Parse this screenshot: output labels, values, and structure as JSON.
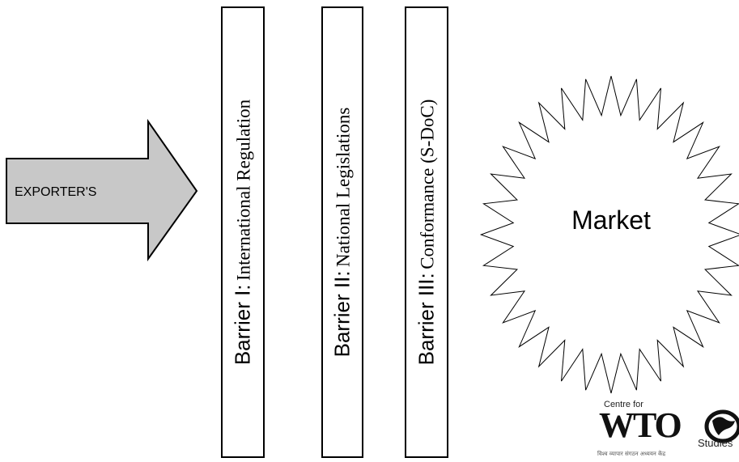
{
  "arrow": {
    "label": "EXPORTER'S"
  },
  "barriers": [
    {
      "lead": "Barrier I:",
      "desc": "International Regulation"
    },
    {
      "lead": "Barrier II:",
      "desc": "National Legislations"
    },
    {
      "lead": "Barrier III:",
      "desc": "Conformance (S-DoC)"
    }
  ],
  "market": {
    "label": "Market"
  },
  "logo": {
    "top": "Centre for",
    "main": "WTO",
    "sub": "Studies",
    "script": "विश्व व्यापार संगठन अध्ययन केंद्र"
  },
  "colors": {
    "arrow_fill": "#c8c8c8",
    "stroke": "#000000",
    "background": "#ffffff"
  }
}
